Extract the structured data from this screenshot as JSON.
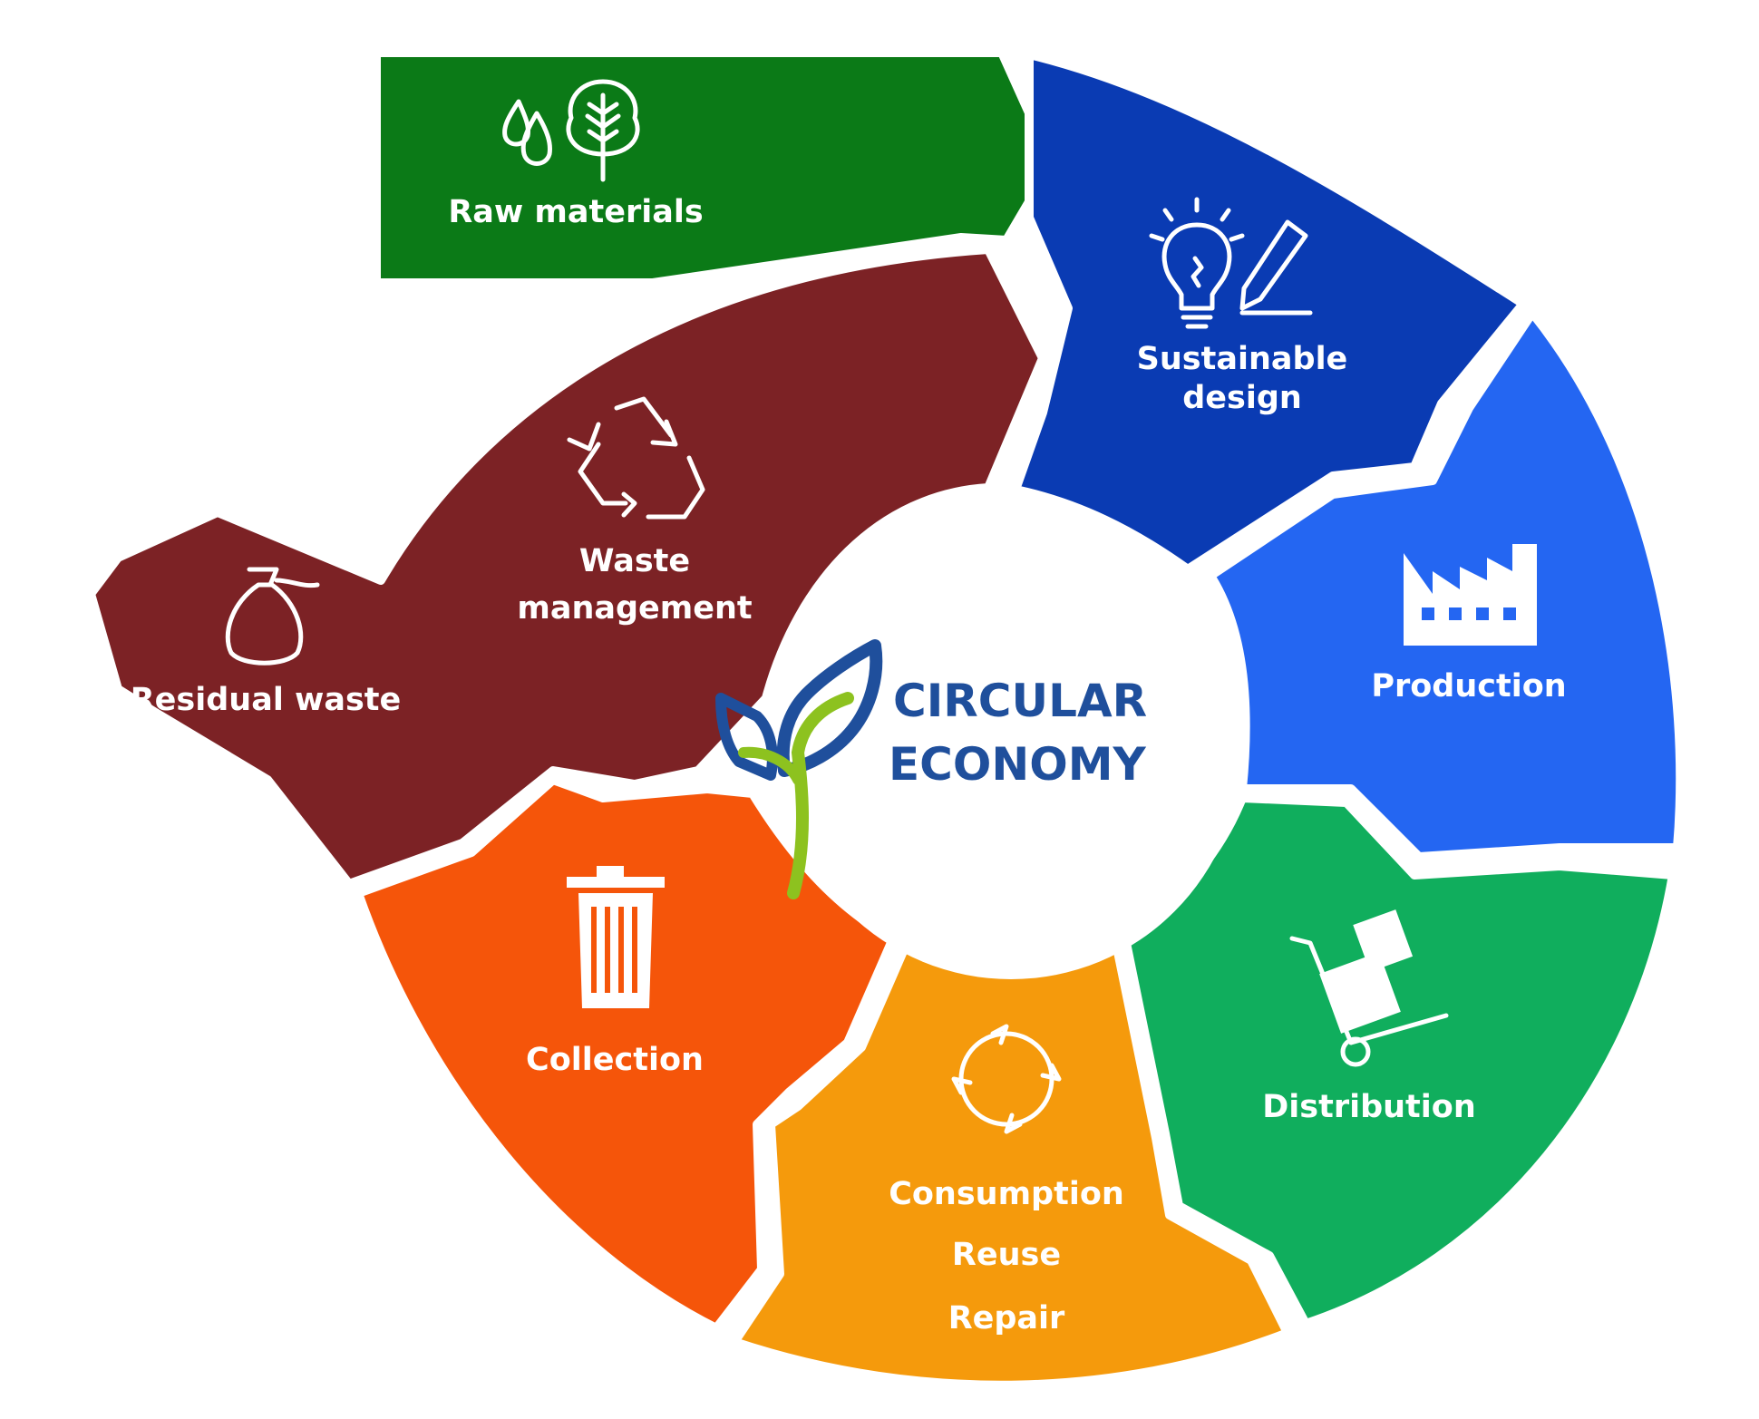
{
  "center": {
    "line1": "CIRCULAR",
    "line2": "ECONOMY"
  },
  "segments": {
    "raw_materials": {
      "label": "Raw materials",
      "color": "#0b7a17"
    },
    "sustainable_design": {
      "label_line1": "Sustainable",
      "label_line2": "design",
      "color": "#0a3bb3"
    },
    "production": {
      "label": "Production",
      "color": "#2466f2"
    },
    "distribution": {
      "label": "Distribution",
      "color": "#10ae5d"
    },
    "consumption": {
      "label_line1": "Consumption",
      "label_line2": "Reuse",
      "label_line3": "Repair",
      "color": "#f59a0c"
    },
    "collection": {
      "label": "Collection",
      "color": "#f5550a"
    },
    "waste_management": {
      "label_line1": "Waste",
      "label_line2": "management",
      "color": "#7c2225"
    },
    "residual_waste": {
      "label": "Residual waste",
      "color": "#7c2225"
    }
  },
  "icons": {
    "raw_materials": "water-drops-and-tree-icon",
    "sustainable_design": "lightbulb-and-pencil-icon",
    "production": "factory-icon",
    "distribution": "hand-truck-with-boxes-icon",
    "consumption": "circular-arrows-icon",
    "collection": "trash-bin-icon",
    "waste_management": "recycle-icon",
    "residual_waste": "garbage-bag-icon"
  },
  "logo_colors": {
    "blue": "#1f4f9c",
    "green": "#8dc21f"
  }
}
